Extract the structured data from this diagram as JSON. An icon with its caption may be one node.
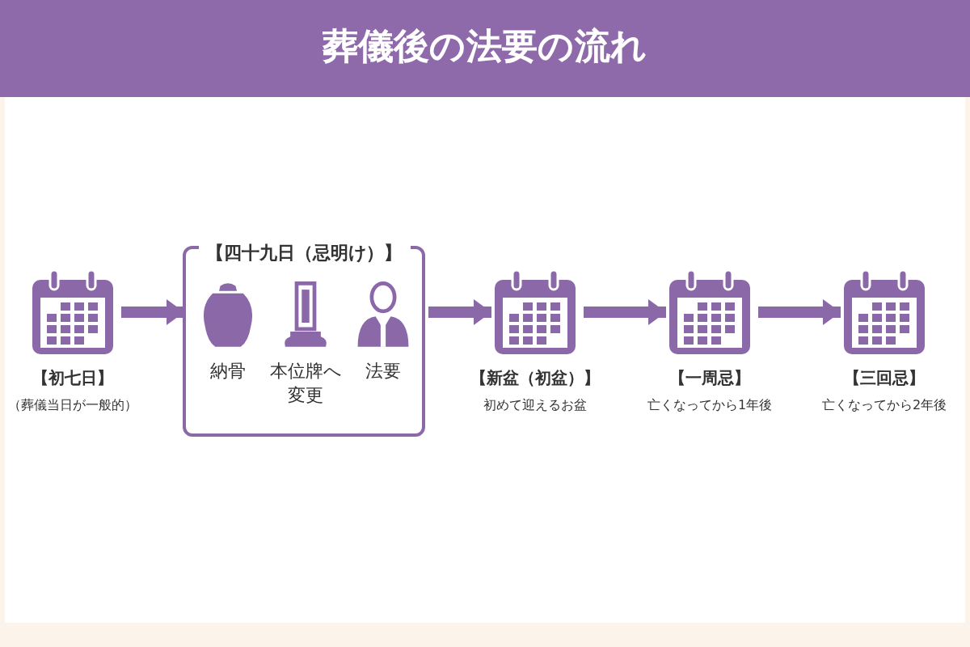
{
  "diagram": {
    "title": "葬儀後の法要の流れ",
    "nodes": [
      {
        "text": [
          "【初七日】",
          "（葬儀当日が一般的）"
        ]
      },
      {
        "text": [
          "【四十九日（忌明け）】"
        ]
      },
      {
        "text": [
          "納骨"
        ],
        "in": 1
      },
      {
        "text": [
          "本位牌へ変更"
        ],
        "in": 1
      },
      {
        "text": [
          "法要"
        ],
        "in": 1
      },
      {
        "text": [
          "【新盆（初盆）】",
          "初めて迎えるお盆"
        ]
      },
      {
        "text": [
          "【一周忌】",
          "亡くなってから1年後"
        ]
      },
      {
        "text": [
          "【三回忌】",
          "亡くなってから2年後"
        ]
      }
    ],
    "edges": [
      {
        "from": 0,
        "to": 1,
        "arrow": "to"
      },
      {
        "from": 1,
        "to": 5,
        "arrow": "to"
      },
      {
        "from": 5,
        "to": 6,
        "arrow": "to"
      },
      {
        "from": 6,
        "to": 7,
        "arrow": "to"
      }
    ]
  }
}
